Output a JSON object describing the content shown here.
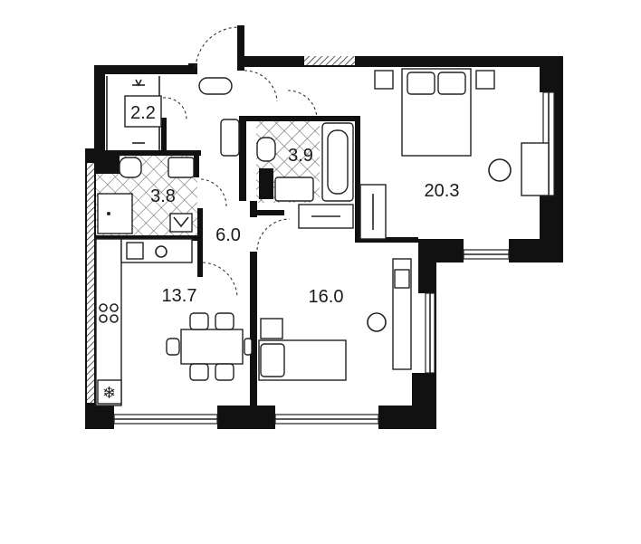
{
  "rooms": [
    {
      "id": "wardrobe",
      "area": "2.2"
    },
    {
      "id": "bathroom-small",
      "area": "3.8"
    },
    {
      "id": "bathroom-large",
      "area": "3.9"
    },
    {
      "id": "hall",
      "area": "6.0"
    },
    {
      "id": "kitchen",
      "area": "13.7"
    },
    {
      "id": "bedroom-small",
      "area": "16.0"
    },
    {
      "id": "bedroom-main",
      "area": "20.3"
    }
  ],
  "colors": {
    "wall": "#111111",
    "background": "#ffffff",
    "tile": "#e6e6e6"
  }
}
